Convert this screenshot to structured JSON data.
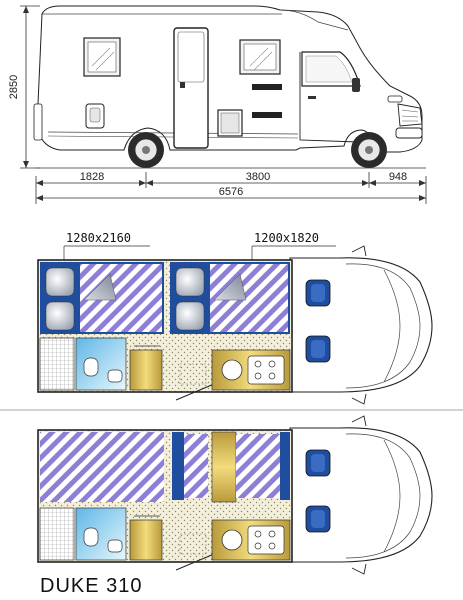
{
  "dimensions": {
    "height": "2850",
    "rear_overhang": "1828",
    "wheelbase": "3800",
    "front_overhang": "948",
    "total_length": "6576"
  },
  "layouts": [
    {
      "name": "layout-1",
      "bed_labels": [
        "1280x2160",
        "1200x1820"
      ]
    },
    {
      "name": "layout-2",
      "bed_labels": []
    }
  ],
  "model_name": "DUKE 310",
  "colors": {
    "cushion_blue": "#1f4e9e",
    "stripe_purple": "#8e7fd6",
    "wood_gold": "#d8b64a",
    "bath_light_blue": "#9fd8f0",
    "floor_cream": "#f4efdc"
  }
}
